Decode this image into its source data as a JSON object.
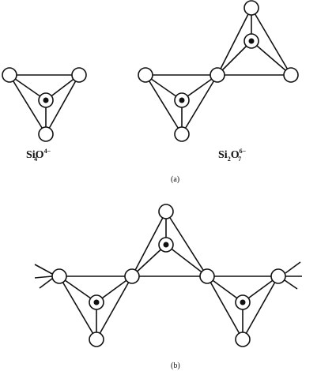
{
  "colors": {
    "line": "#111111",
    "background": "#ffffff"
  },
  "panel_a": {
    "label": "(a)",
    "monomer": {
      "symbol": "SiO",
      "subscript": "4",
      "superscript": "4−"
    },
    "dimer": {
      "symbol_si": "Si",
      "si_subscript": "2",
      "symbol_o": "O",
      "o_subscript": "7",
      "superscript": "6−"
    }
  },
  "panel_b": {
    "label": "(b)"
  }
}
